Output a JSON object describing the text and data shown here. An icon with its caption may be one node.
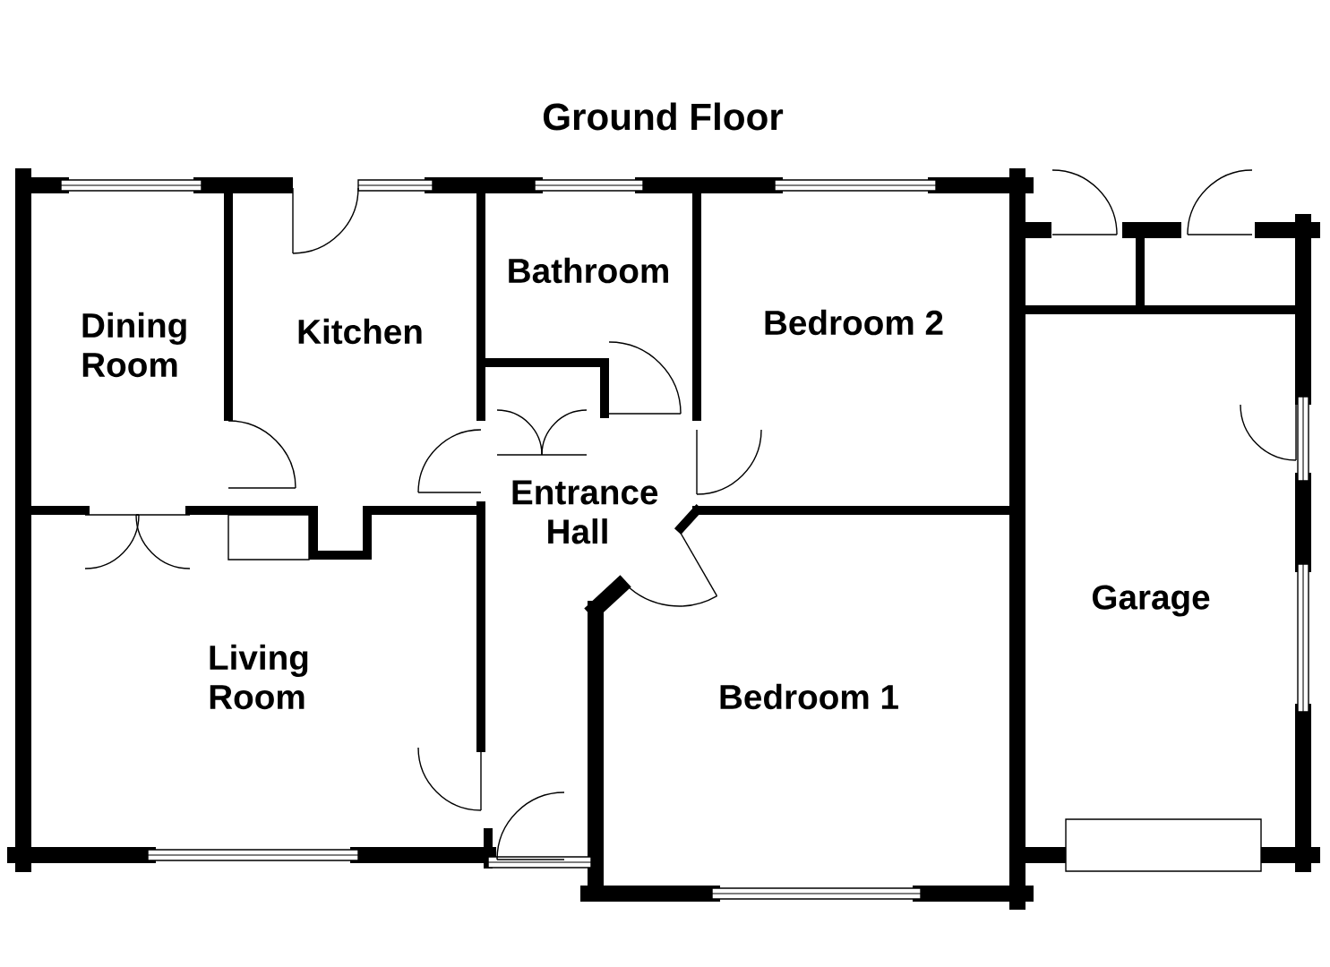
{
  "diagram": {
    "title": "Ground Floor",
    "nodes": [
      {
        "text": [
          "Dining Room"
        ]
      },
      {
        "text": [
          "Kitchen"
        ]
      },
      {
        "text": [
          "Bathroom"
        ]
      },
      {
        "text": [
          "Bedroom 2"
        ]
      },
      {
        "text": [
          "Entrance Hall"
        ]
      },
      {
        "text": [
          "Living Room"
        ]
      },
      {
        "text": [
          "Bedroom 1"
        ]
      },
      {
        "text": [
          "Garage"
        ]
      }
    ],
    "edges": []
  }
}
